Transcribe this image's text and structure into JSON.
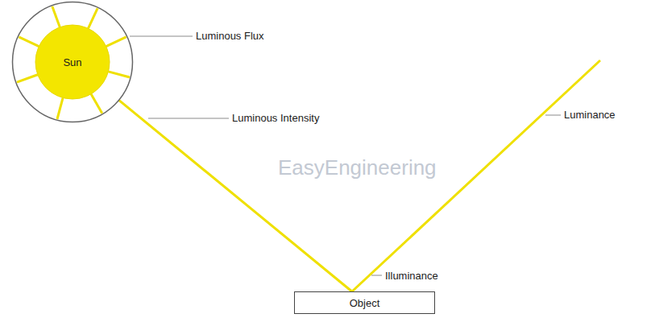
{
  "diagram": {
    "nodes": [
      {
        "text": [
          "Sun"
        ]
      },
      {
        "text": [
          "Object"
        ]
      }
    ],
    "edges": [
      {
        "from": 0,
        "to": 1,
        "arrow": "none"
      }
    ],
    "labels": [
      "Luminous Flux",
      "Luminous Intensity",
      "Luminance",
      "Illuminance",
      "EasyEngineering"
    ]
  }
}
